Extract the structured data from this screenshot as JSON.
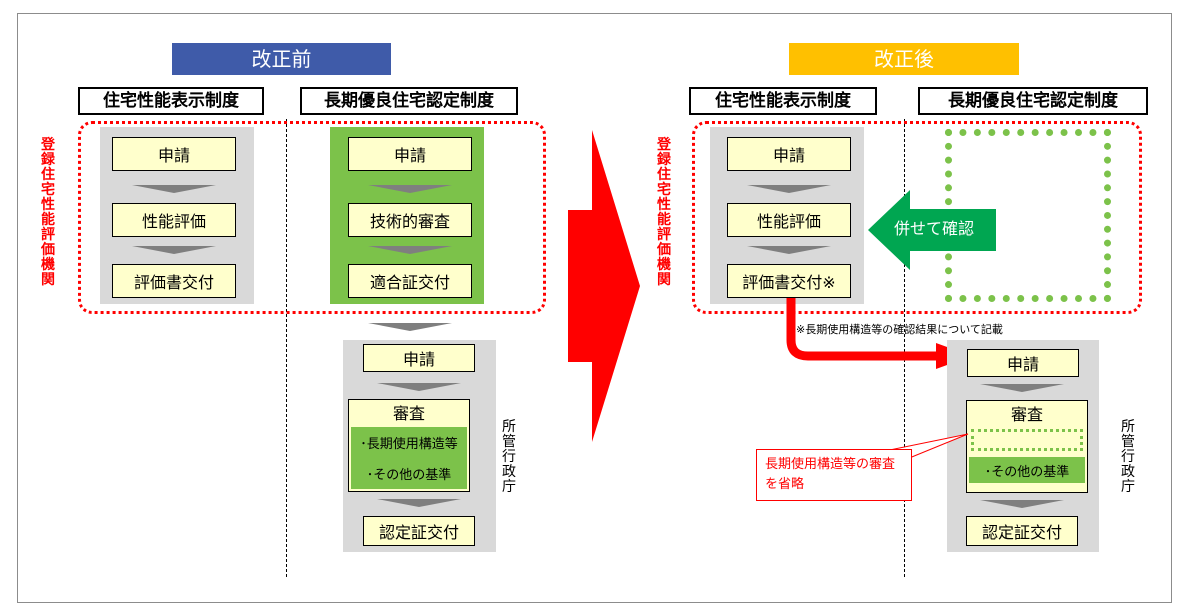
{
  "before": {
    "banner": "改正前",
    "system_perf": "住宅性能表示制度",
    "system_long": "長期優良住宅認定制度",
    "org_label": "登録住宅性能評価機関",
    "perf_steps": [
      "申請",
      "性能評価",
      "評価書交付"
    ],
    "long_steps": [
      "申請",
      "技術的審査",
      "適合証交付"
    ],
    "admin": {
      "label": "所管行政庁",
      "apply": "申請",
      "review": "審査",
      "review_items": [
        "･長期使用構造等",
        "･その他の基準"
      ],
      "issue": "認定証交付"
    }
  },
  "after": {
    "banner": "改正後",
    "system_perf": "住宅性能表示制度",
    "system_long": "長期優良住宅認定制度",
    "org_label": "登録住宅性能評価機関",
    "perf_steps": [
      "申請",
      "性能評価",
      "評価書交付※"
    ],
    "combined_label": "併せて確認",
    "note": "※長期使用構造等の確認結果について記載",
    "admin": {
      "label": "所管行政庁",
      "apply": "申請",
      "review": "審査",
      "review_items": [
        "･その他の基準"
      ],
      "issue": "認定証交付"
    },
    "callout": "長期使用構造等の審査を省略"
  },
  "colors": {
    "before_banner": "#3f5ba9",
    "after_banner": "#ffc000",
    "green": "#7cc24a",
    "box_fill": "#ffffcc",
    "red": "#ff0000"
  }
}
